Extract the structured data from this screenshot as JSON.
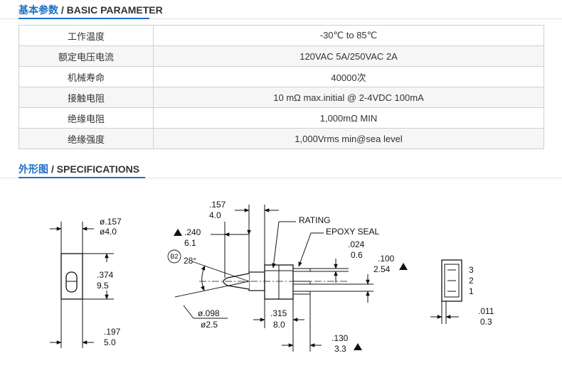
{
  "basic_section": {
    "title_zh": "基本参数",
    "title_sep": " / ",
    "title_en": "BASIC PARAMETER"
  },
  "spec_section": {
    "title_zh": "外形图",
    "title_sep": " / ",
    "title_en": "SPECIFICATIONS"
  },
  "params": [
    {
      "key": "工作温度",
      "value": "-30℃ to 85℃"
    },
    {
      "key": "额定电压电流",
      "value": "120VAC 5A/250VAC 2A"
    },
    {
      "key": "机械寿命",
      "value": "40000次"
    },
    {
      "key": "接触电阻",
      "value": "10 mΩ max.initial @ 2-4VDC 100mA"
    },
    {
      "key": "绝缘电阻",
      "value": "1,000mΩ MIN"
    },
    {
      "key": "绝缘强度",
      "value": "1,000Vrms min@sea level"
    }
  ],
  "drawing": {
    "front": {
      "dia_in": "ø.157",
      "dia_mm": "ø4.0",
      "h_in": ".374",
      "h_mm": "9.5",
      "w_in": ".197",
      "w_mm": "5.0"
    },
    "side": {
      "top_in": ".157",
      "top_mm": "4.0",
      "lever_in": ".240",
      "lever_mm": "6.1",
      "b2": "B2",
      "angle": "28°",
      "rating": "RATING",
      "epoxy": "EPOXY SEAL",
      "pin_t_in": ".024",
      "pin_t_mm": "0.6",
      "pitch_in": ".100",
      "pitch_mm": "2.54",
      "tip_in": "ø.098",
      "tip_mm": "ø2.5",
      "body_in": ".315",
      "body_mm": "8.0",
      "pin_l_in": ".130",
      "pin_l_mm": "3.3"
    },
    "end": {
      "pins": [
        "3",
        "2",
        "1"
      ],
      "gap_in": ".011",
      "gap_mm": "0.3"
    }
  }
}
